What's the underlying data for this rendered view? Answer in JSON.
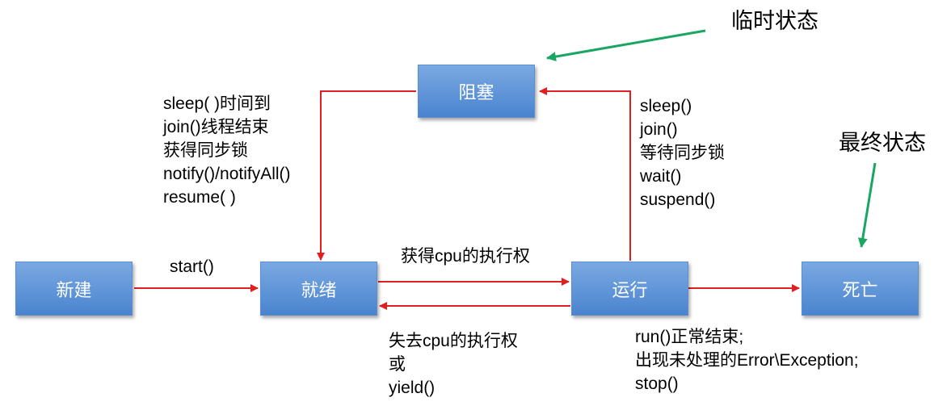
{
  "states": {
    "new": "新建",
    "ready": "就绪",
    "running": "运行",
    "blocked": "阻塞",
    "dead": "死亡"
  },
  "annotations": {
    "temporary_state": "临时状态",
    "final_state": "最终状态"
  },
  "transitions": {
    "new_to_ready": [
      "start()"
    ],
    "ready_to_running": [
      "获得cpu的执行权"
    ],
    "running_to_ready": [
      "失去cpu的执行权",
      "或",
      "yield()"
    ],
    "running_to_blocked": [
      "sleep()",
      "join()",
      "等待同步锁",
      "wait()",
      "suspend()"
    ],
    "blocked_to_ready": [
      "sleep( )时间到",
      "join()线程结束",
      "获得同步锁",
      "notify()/notifyAll()",
      "resume( )"
    ],
    "running_to_dead": [
      "run()正常结束;",
      "出现未处理的Error\\Exception;",
      "stop()"
    ]
  },
  "colors": {
    "state_fill_top": "#7aa9e2",
    "state_fill_bottom": "#4a84cf",
    "transition_arrow": "#e02020",
    "annotation_arrow": "#1aa563"
  }
}
